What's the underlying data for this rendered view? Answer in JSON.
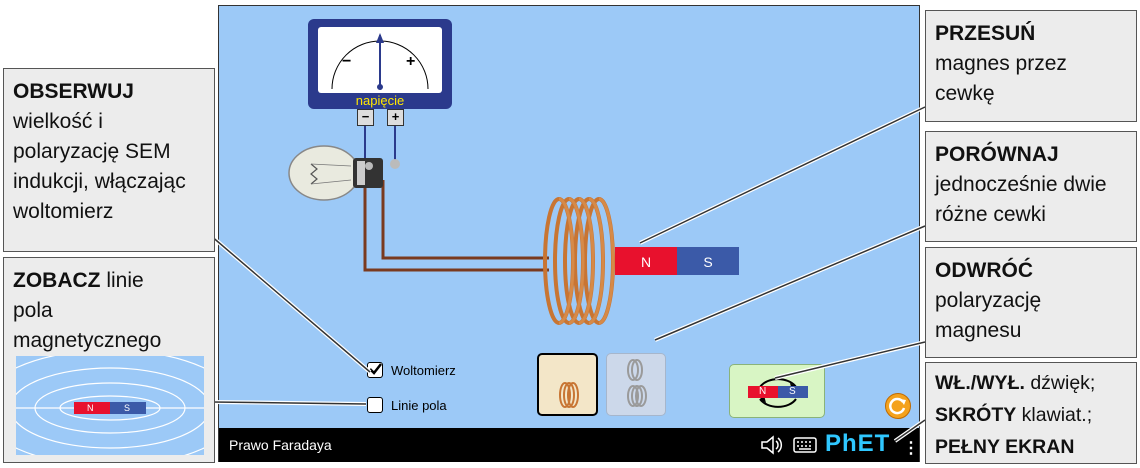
{
  "sim": {
    "title": "Prawo Faradaya",
    "voltmeter": {
      "label": "napięcie",
      "minus": "−",
      "plus": "+"
    },
    "magnet": {
      "north": "N",
      "south": "S"
    },
    "checkboxes": [
      {
        "label": "Woltomierz",
        "checked": true
      },
      {
        "label": "Linie pola",
        "checked": false
      }
    ],
    "flip_magnet": {
      "north": "N",
      "south": "S"
    },
    "navbar": {
      "brand": "PhET",
      "menu": "⋮"
    }
  },
  "callouts": {
    "przesun": {
      "bold": "PRZESUŃ",
      "rest": [
        "magnes przez",
        "cewkę"
      ]
    },
    "porownaj": {
      "bold": "PORÓWNAJ",
      "rest": [
        "jednocześnie dwie",
        "różne cewki"
      ]
    },
    "odwroc": {
      "bold": "ODWRÓĆ",
      "rest": [
        "polaryzację",
        "magnesu"
      ]
    },
    "obserwuj": {
      "bold": "OBSERWUJ",
      "rest": [
        "wielkość i",
        "polaryzację SEM",
        "indukcji, włączając",
        "woltomierz"
      ]
    },
    "zobacz": {
      "bold": "ZOBACZ",
      "after_bold": " linie",
      "rest": [
        "pola",
        "magnetycznego"
      ]
    },
    "wl": {
      "line1_bold": "WŁ./WYŁ.",
      "line1_rest": " dźwięk;",
      "line2_bold": "SKRÓTY",
      "line2_rest": " klawiat.;",
      "line3_bold": "PEŁNY EKRAN"
    },
    "field_image_magnet": {
      "north": "N",
      "south": "S"
    }
  },
  "colors": {
    "sim_bg": "#9cc9f7",
    "magnet_north": "#e8112d",
    "magnet_south": "#3b5aa8",
    "coil": "#c87533",
    "wire": "#7a3a1f",
    "voltmeter_frame": "#2b3a8c"
  }
}
